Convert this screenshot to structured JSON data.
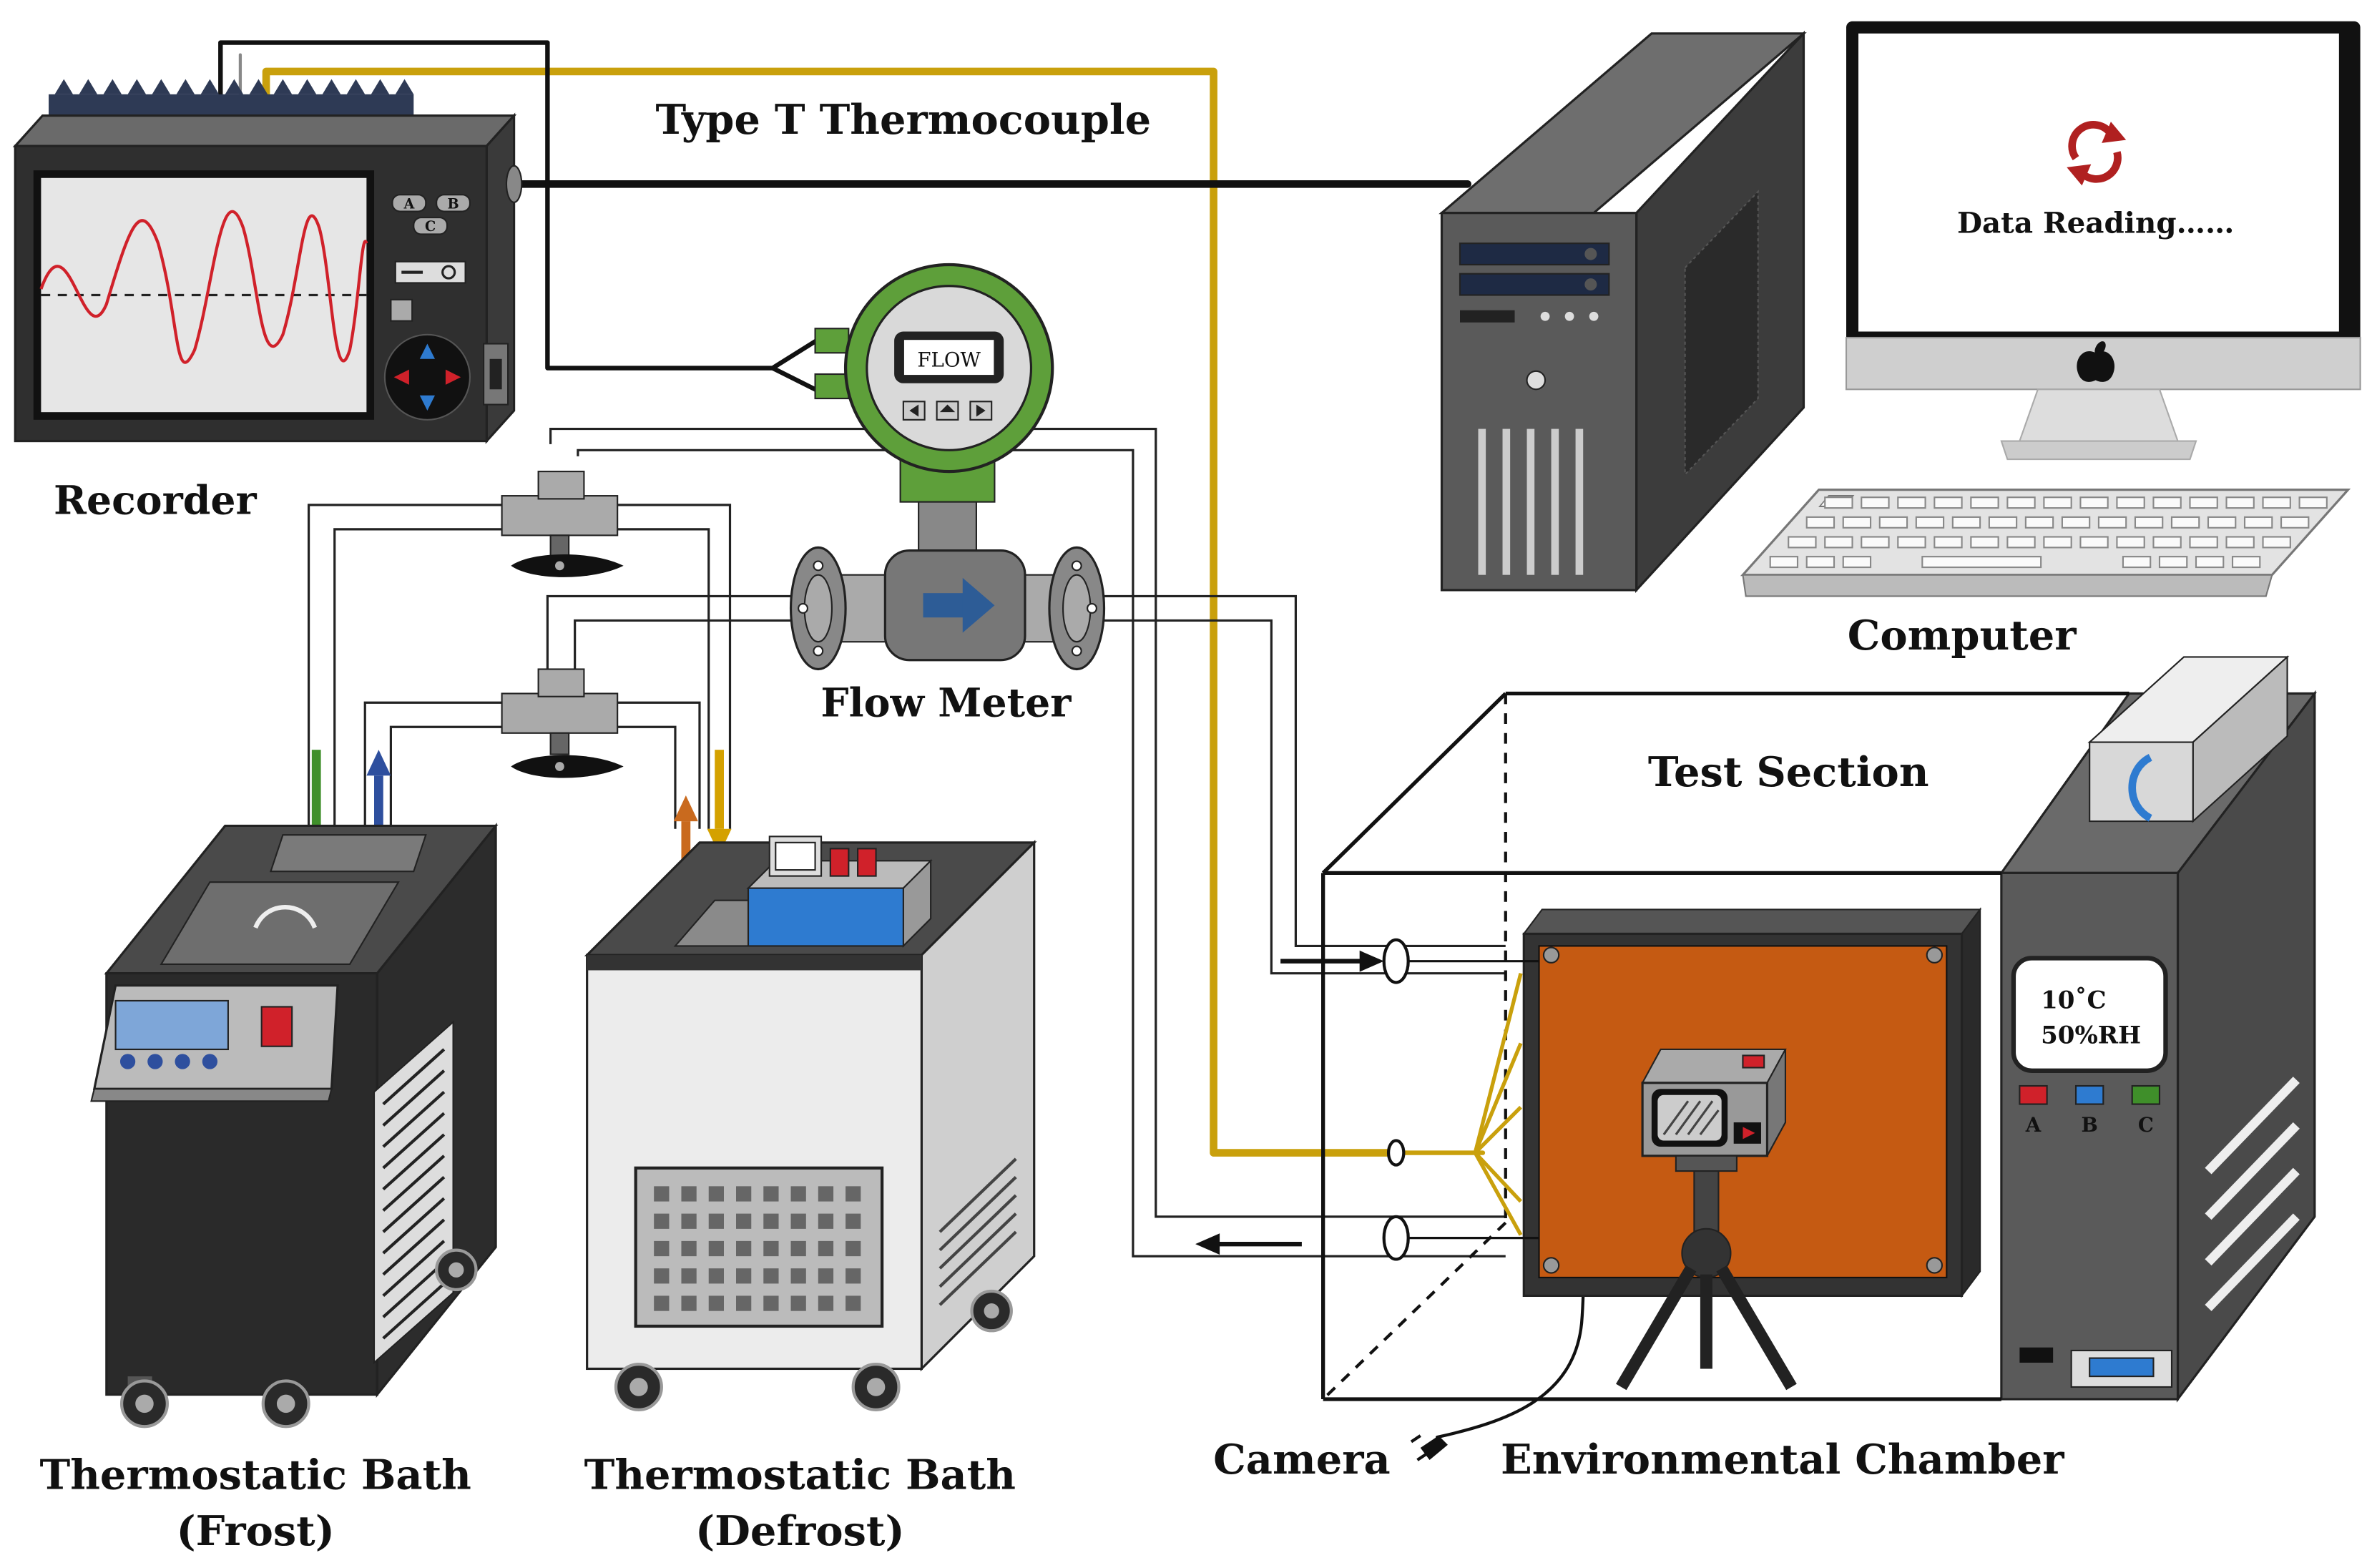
{
  "labels": {
    "thermocouple": "Type T Thermocouple",
    "recorder": "Recorder",
    "flow_meter": "Flow Meter",
    "flow_display": "FLOW",
    "computer": "Computer",
    "data_reading": "Data Reading……",
    "test_section": "Test Section",
    "chamber_temp": "10˚C",
    "chamber_rh": "50%RH",
    "camera": "Camera",
    "environmental_chamber": "Environmental Chamber",
    "bath_frost_line1": "Thermostatic Bath",
    "bath_frost_line2": "(Frost)",
    "bath_defrost_line1": "Thermostatic Bath",
    "bath_defrost_line2": "(Defrost)",
    "recorder_btn_a": "A",
    "recorder_btn_b": "B",
    "recorder_btn_c": "C",
    "chamber_btn_a": "A",
    "chamber_btn_b": "B",
    "chamber_btn_c": "C"
  },
  "colors": {
    "thermocouple_wire": "#c9a00c",
    "signal_cable": "#111111",
    "frost_down_arrow": "#3f8f2a",
    "frost_up_arrow": "#2e4f9e",
    "defrost_up_arrow": "#c96a1e",
    "defrost_down_arrow": "#d4a100",
    "flow_meter_green": "#5e9f3a",
    "flow_arrow_blue": "#2d5c96",
    "test_plate_orange": "#c55a12",
    "reload_icon_red": "#b02020",
    "recorder_wave_red": "#d0212a",
    "chamber_btn_a": "#d0212a",
    "chamber_btn_b": "#2e7bd0",
    "chamber_btn_c": "#3f8f2a"
  },
  "icons": [
    "reload-icon",
    "apple-logo-icon",
    "home-icon",
    "flow-direction-arrow-icon",
    "power-plug-icon"
  ]
}
